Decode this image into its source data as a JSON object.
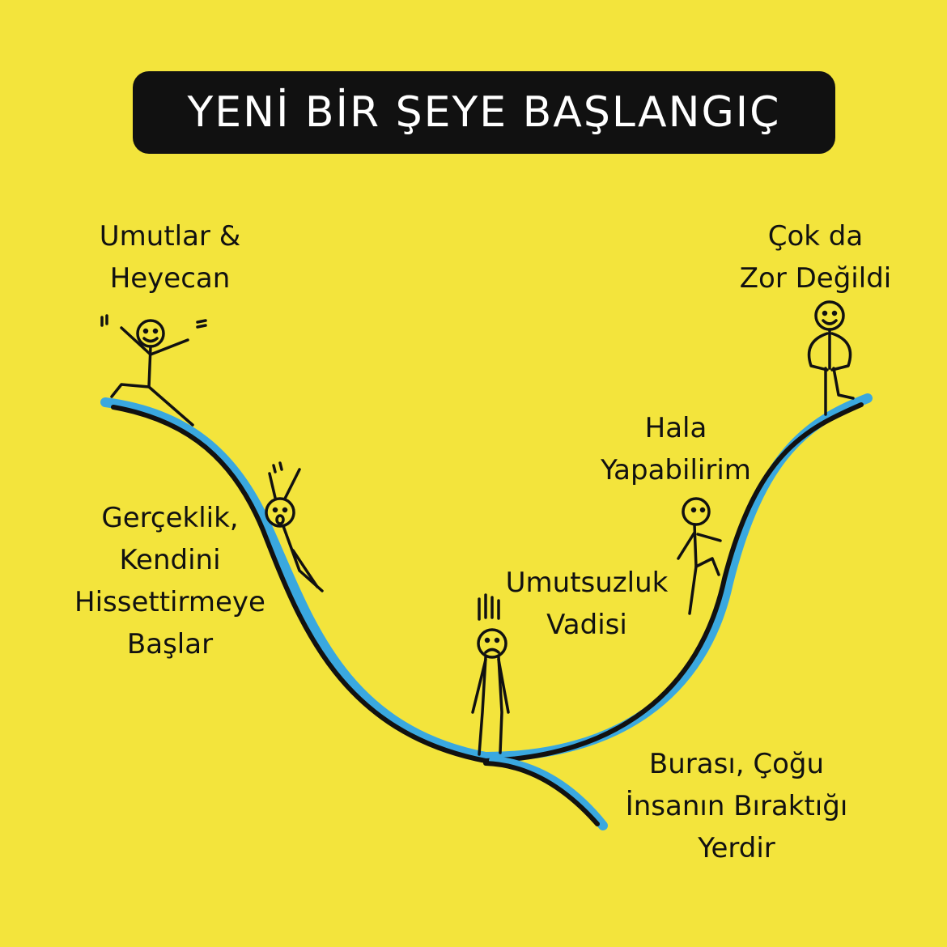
{
  "title": "YENİ BİR ŞEYE BAŞLANGIÇ",
  "stages": {
    "hope": {
      "line1": "Umutlar &",
      "line2": "Heyecan"
    },
    "reality": {
      "line1": "Gerçeklik,",
      "line2": "Kendini",
      "line3": "Hissettirmeye",
      "line4": "Başlar"
    },
    "despair": {
      "line1": "Umutsuzluk",
      "line2": "Vadisi"
    },
    "quit": {
      "line1": "Burası, Çoğu",
      "line2": "İnsanın Bıraktığı",
      "line3": "Yerdir"
    },
    "still": {
      "line1": "Hala",
      "line2": "Yapabilirim"
    },
    "easy": {
      "line1": "Çok da",
      "line2": "Zor Değildi"
    }
  },
  "colors": {
    "background": "#f3e43c",
    "curve_blue": "#3aa8df",
    "ink": "#111111"
  }
}
